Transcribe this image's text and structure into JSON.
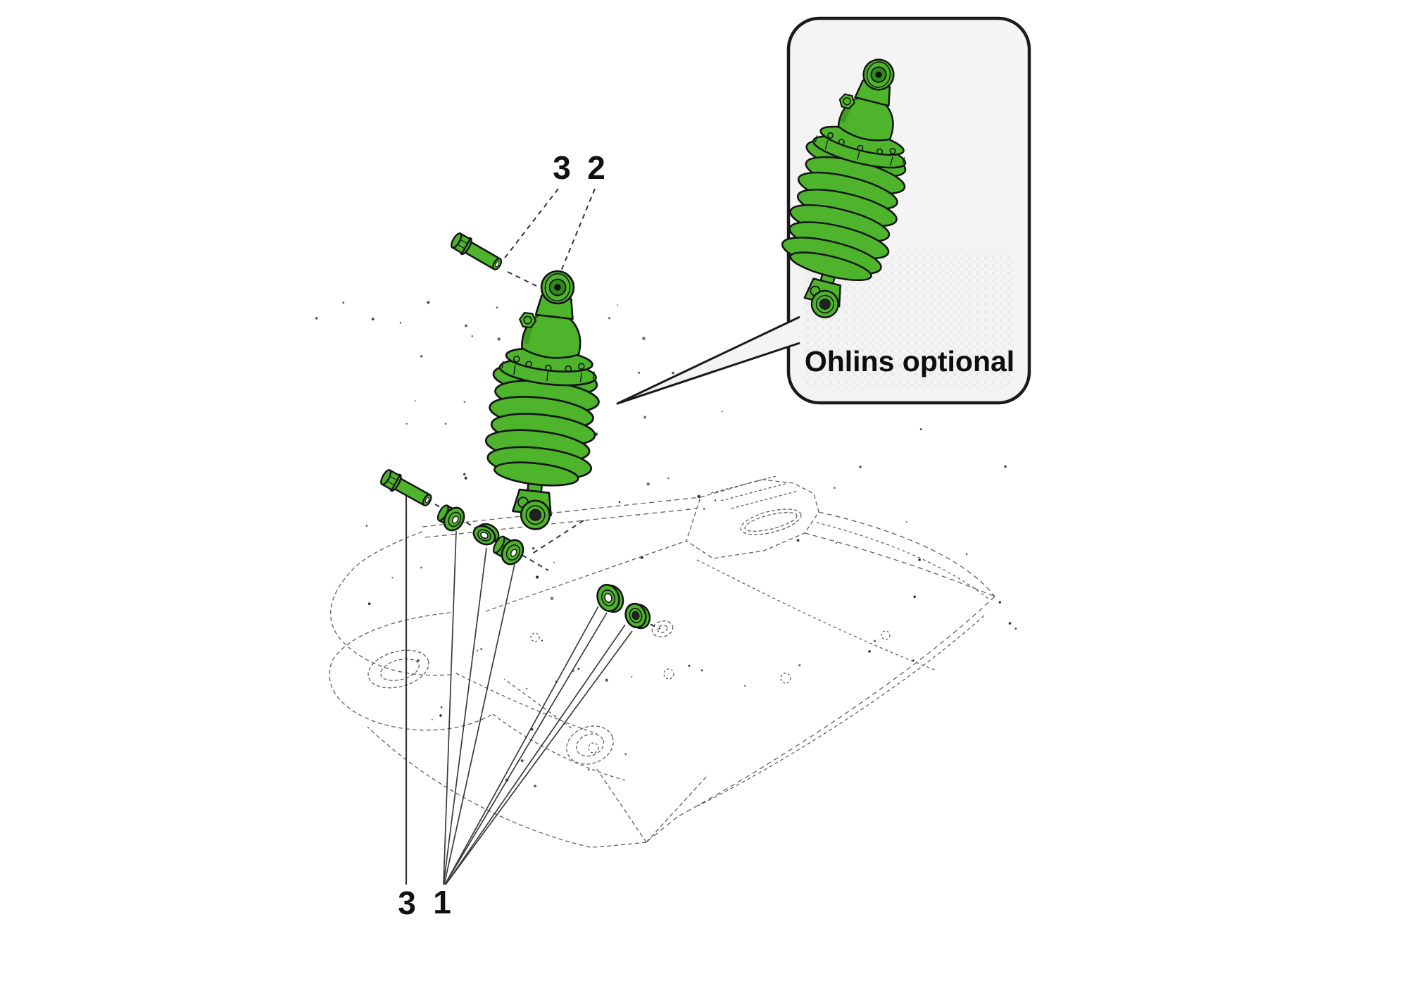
{
  "diagram": {
    "inset": {
      "label": "Ohlins optional"
    },
    "callouts": {
      "top_left": "3",
      "top_right": "2",
      "bottom_left": "3",
      "bottom_right": "1"
    },
    "colors": {
      "background": "#ffffff",
      "part_green": "#4db42c",
      "part_green_dark": "#2f8a1e",
      "ink": "#1a1a1a",
      "wireframe": "#4f4f4f",
      "inset_fill": "#f4f4f4"
    }
  }
}
